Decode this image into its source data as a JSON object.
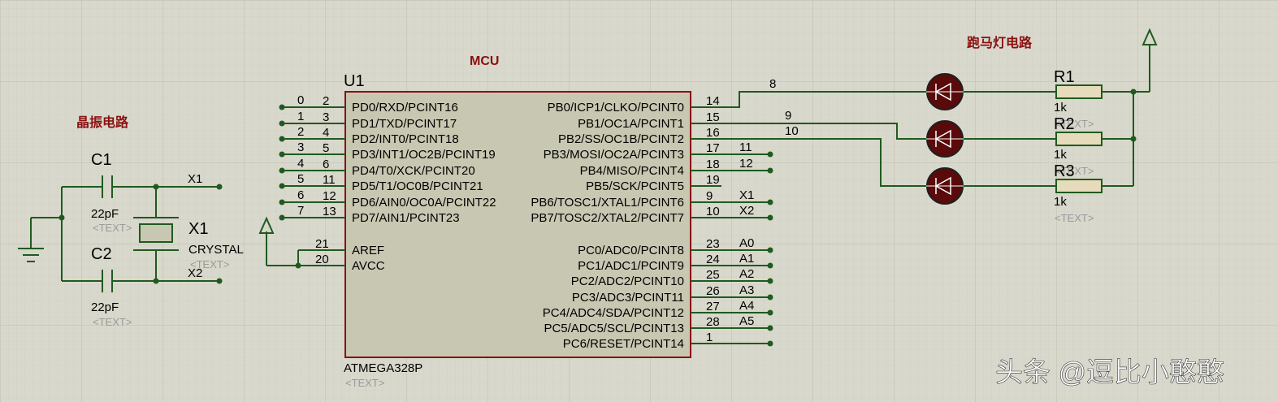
{
  "section_titles": {
    "mcu": "MCU",
    "osc": "晶振电路",
    "leds": "跑马灯电路"
  },
  "mcu": {
    "ref": "U1",
    "part": "ATMEGA328P",
    "text_placeholder": "<TEXT>",
    "left_pins": [
      {
        "num": "2",
        "label": "PD0/RXD/PCINT16",
        "net": "0"
      },
      {
        "num": "3",
        "label": "PD1/TXD/PCINT17",
        "net": "1"
      },
      {
        "num": "4",
        "label": "PD2/INT0/PCINT18",
        "net": "2"
      },
      {
        "num": "5",
        "label": "PD3/INT1/OC2B/PCINT19",
        "net": "3"
      },
      {
        "num": "6",
        "label": "PD4/T0/XCK/PCINT20",
        "net": "4"
      },
      {
        "num": "11",
        "label": "PD5/T1/OC0B/PCINT21",
        "net": "5"
      },
      {
        "num": "12",
        "label": "PD6/AIN0/OC0A/PCINT22",
        "net": "6"
      },
      {
        "num": "13",
        "label": "PD7/AIN1/PCINT23",
        "net": "7"
      },
      {
        "num": "21",
        "label": "AREF",
        "net": ""
      },
      {
        "num": "20",
        "label": "AVCC",
        "net": ""
      }
    ],
    "right_pins": [
      {
        "num": "14",
        "label": "PB0/ICP1/CLKO/PCINT0",
        "net": "8"
      },
      {
        "num": "15",
        "label": "PB1/OC1A/PCINT1",
        "net": "9"
      },
      {
        "num": "16",
        "label": "PB2/SS/OC1B/PCINT2",
        "net": "10"
      },
      {
        "num": "17",
        "label": "PB3/MOSI/OC2A/PCINT3",
        "net": "11"
      },
      {
        "num": "18",
        "label": "PB4/MISO/PCINT4",
        "net": "12"
      },
      {
        "num": "19",
        "label": "PB5/SCK/PCINT5",
        "net": ""
      },
      {
        "num": "9",
        "label": "PB6/TOSC1/XTAL1/PCINT6",
        "net": "X1"
      },
      {
        "num": "10",
        "label": "PB7/TOSC2/XTAL2/PCINT7",
        "net": "X2"
      },
      {
        "num": "23",
        "label": "PC0/ADC0/PCINT8",
        "net": "A0"
      },
      {
        "num": "24",
        "label": "PC1/ADC1/PCINT9",
        "net": "A1"
      },
      {
        "num": "25",
        "label": "PC2/ADC2/PCINT10",
        "net": "A2"
      },
      {
        "num": "26",
        "label": "PC3/ADC3/PCINT11",
        "net": "A3"
      },
      {
        "num": "27",
        "label": "PC4/ADC4/SDA/PCINT12",
        "net": "A4"
      },
      {
        "num": "28",
        "label": "PC5/ADC5/SCL/PCINT13",
        "net": "A5"
      },
      {
        "num": "1",
        "label": "PC6/RESET/PCINT14",
        "net": ""
      }
    ]
  },
  "oscillator": {
    "c1": {
      "ref": "C1",
      "value": "22pF",
      "text": "<TEXT>"
    },
    "c2": {
      "ref": "C2",
      "value": "22pF",
      "text": "<TEXT>"
    },
    "x1": {
      "ref": "X1",
      "value": "CRYSTAL",
      "text": "<TEXT>"
    },
    "net_x1": "X1",
    "net_x2": "X2"
  },
  "leds": {
    "resistors": [
      {
        "ref": "R1",
        "value": "1k",
        "text": "<TEXT>"
      },
      {
        "ref": "R2",
        "value": "1k",
        "text": "<TEXT>"
      },
      {
        "ref": "R3",
        "value": "1k",
        "text": "<TEXT>"
      }
    ],
    "nets": [
      "8",
      "9",
      "10"
    ]
  },
  "watermark": "头条 @逗比小憨憨",
  "colors": {
    "background": "#d8d8cc",
    "grid": "#c4c4b6",
    "wire": "#1f5a1f",
    "chip_fill": "#c8c8b2",
    "chip_border": "#8a1010",
    "title": "#8a1010",
    "led_fill": "#5a0a0a",
    "resistor_fill": "#e6dcbc"
  }
}
